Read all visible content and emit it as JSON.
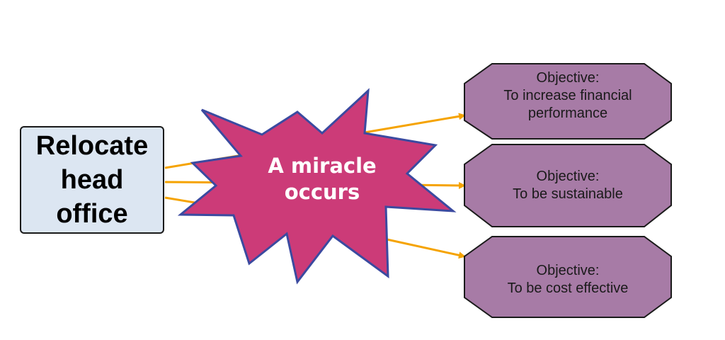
{
  "source": {
    "lines": [
      "Relocate",
      "head",
      "office"
    ]
  },
  "burst": {
    "lines": [
      "A miracle",
      "occurs"
    ]
  },
  "objectives": [
    {
      "heading": "Objective:",
      "lines": [
        "To increase financial",
        "performance"
      ]
    },
    {
      "heading": "Objective:",
      "lines": [
        "To be sustainable"
      ]
    },
    {
      "heading": "Objective:",
      "lines": [
        "To be cost effective"
      ]
    }
  ],
  "colors": {
    "source_fill": "#dce6f2",
    "burst_fill": "#cc3b78",
    "burst_stroke": "#3b4aa0",
    "objective_fill": "#a77ba6",
    "arrow": "#f5a300"
  }
}
